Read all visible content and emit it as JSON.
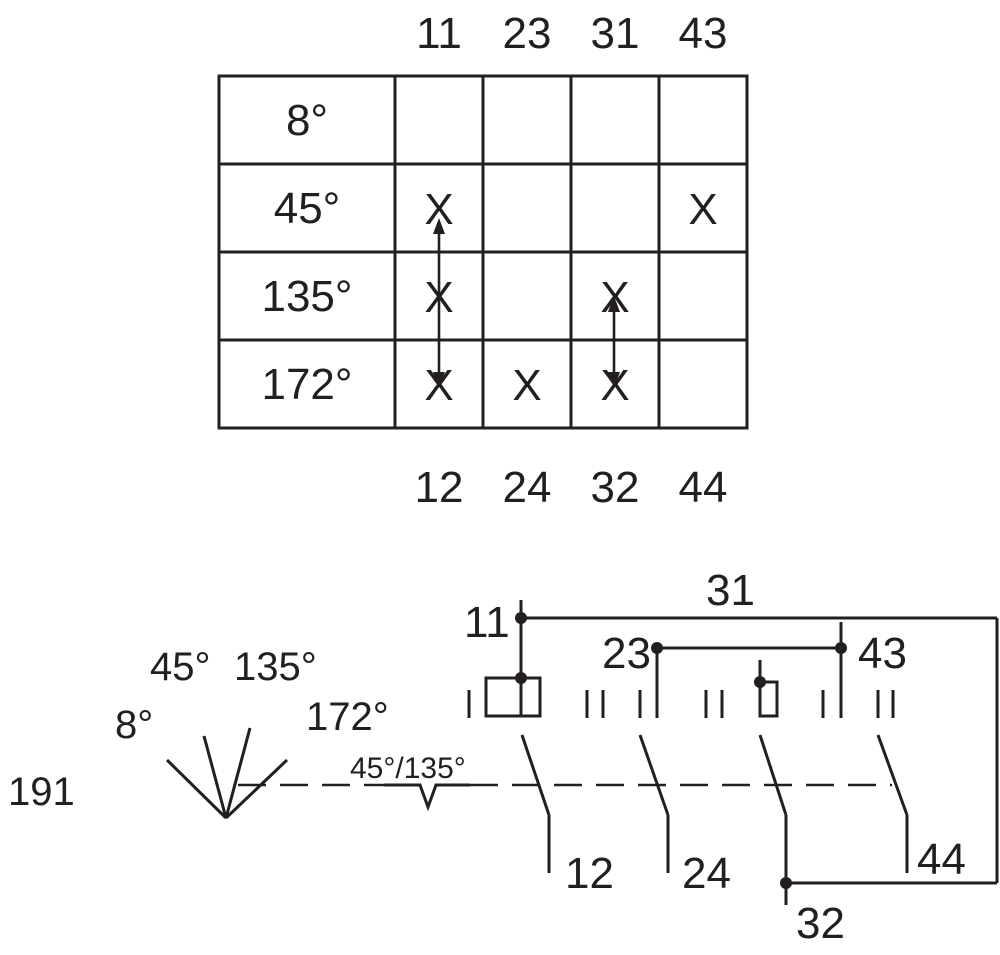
{
  "table": {
    "terminals_top": [
      "11",
      "23",
      "31",
      "43"
    ],
    "terminals_bottom": [
      "12",
      "24",
      "32",
      "44"
    ],
    "angles": [
      "8°",
      "45°",
      "135°",
      "172°"
    ],
    "mark": "X",
    "marks": [
      [
        false,
        false,
        false,
        false
      ],
      [
        true,
        false,
        false,
        true
      ],
      [
        true,
        false,
        true,
        false
      ],
      [
        true,
        true,
        true,
        false
      ]
    ]
  },
  "schematic": {
    "pos_8": "8°",
    "pos_45": "45°",
    "pos_135": "135°",
    "pos_172": "172°",
    "pos_191": "191",
    "cam_label": "45°/135°",
    "term_11": "11",
    "term_23": "23",
    "term_31": "31",
    "term_43": "43",
    "term_12": "12",
    "term_24": "24",
    "term_32": "32",
    "term_44": "44"
  }
}
